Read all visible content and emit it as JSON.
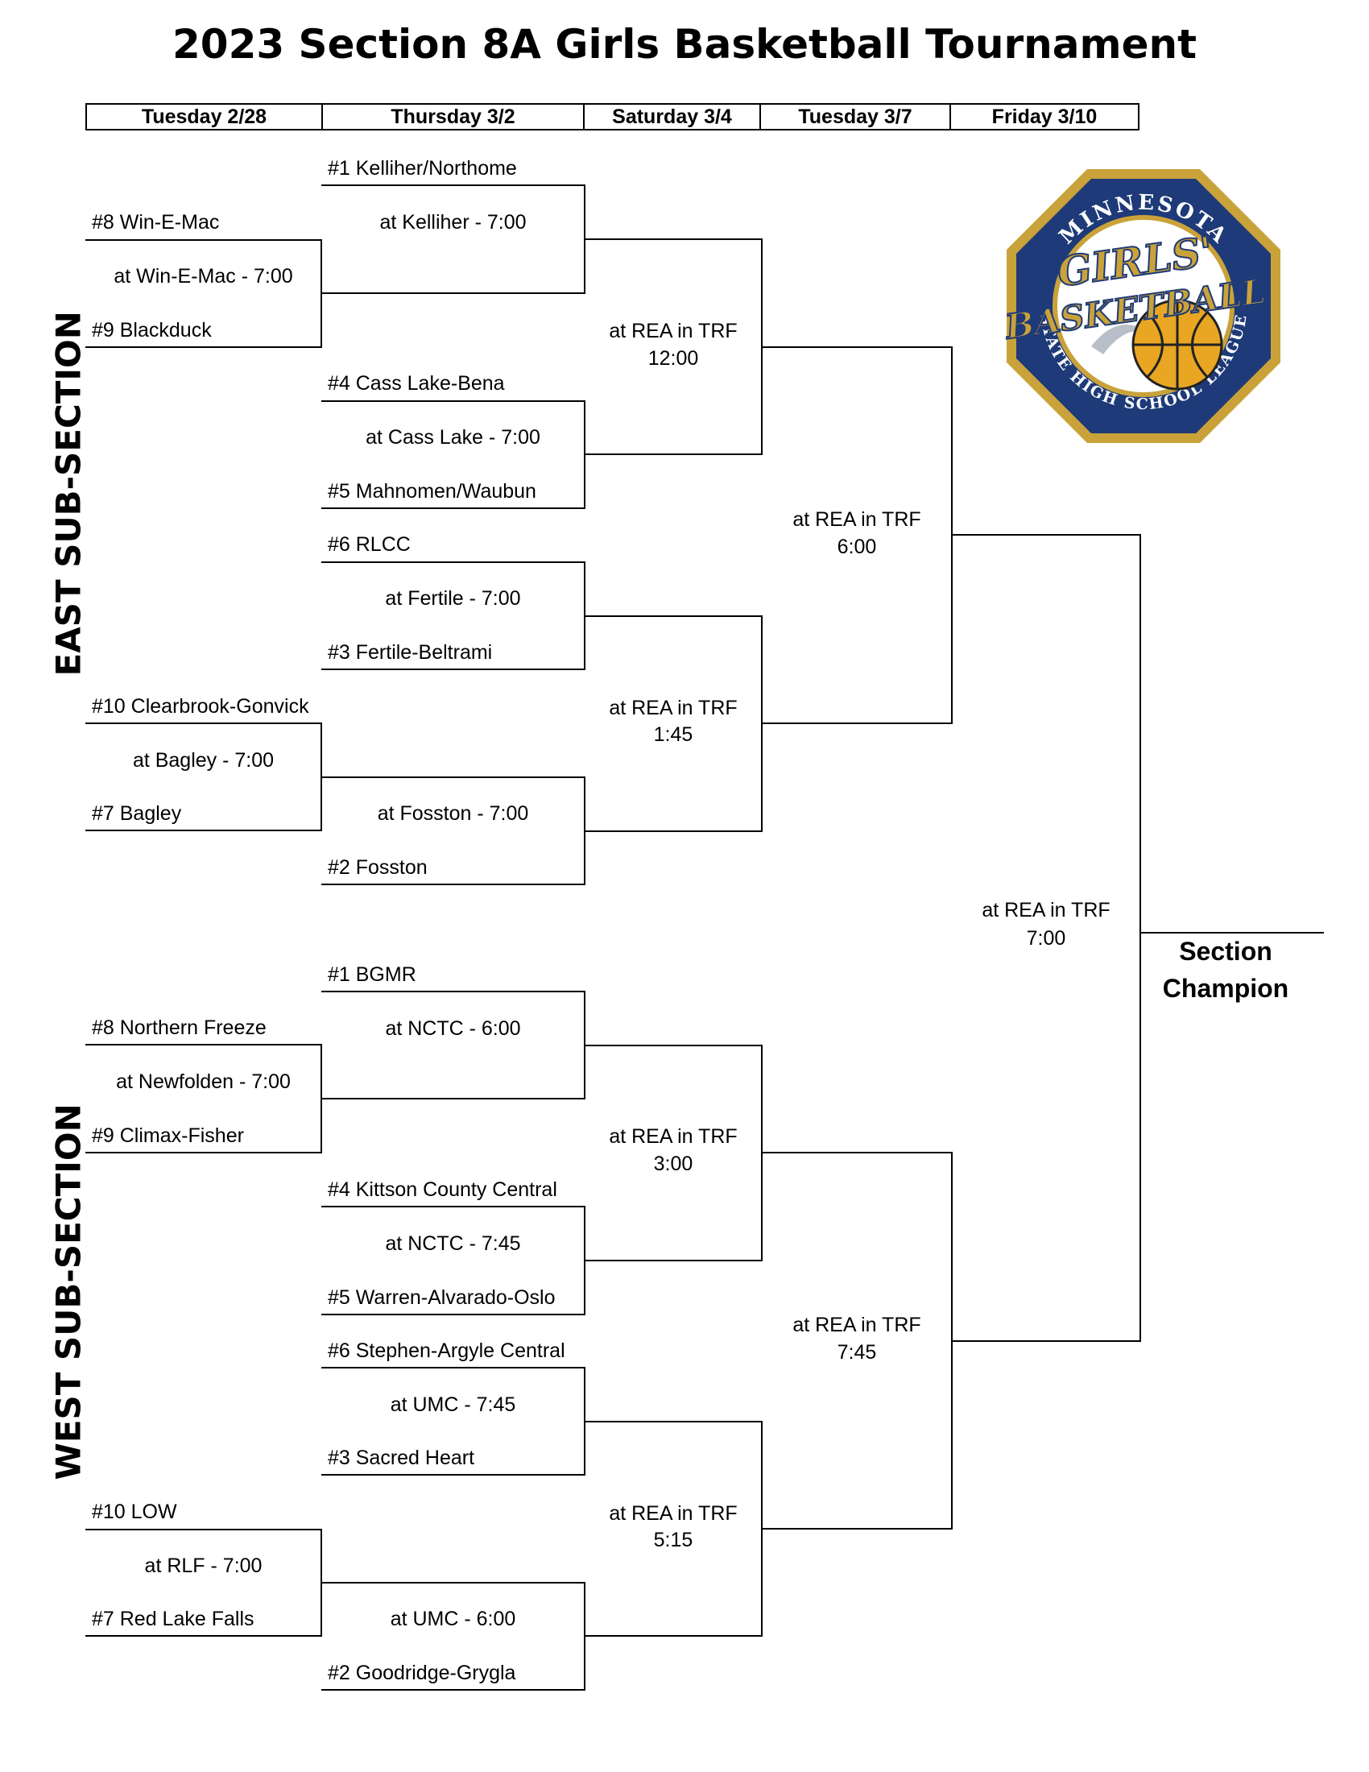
{
  "title": "2023 Section 8A Girls Basketball Tournament",
  "days": [
    "Tuesday 2/28",
    "Thursday 3/2",
    "Saturday 3/4",
    "Tuesday 3/7",
    "Friday 3/10"
  ],
  "east_label": "EAST SUB-SECTION",
  "west_label": "WEST SUB-SECTION",
  "logo": {
    "top_text": "MINNESOTA",
    "line1": "GIRLS'",
    "line2": "BASKETBALL",
    "bottom_text": "STATE HIGH SCHOOL LEAGUE",
    "colors": {
      "navy": "#1e3a78",
      "gold": "#c9a23a",
      "ball": "#e8a623"
    }
  },
  "east": {
    "r1_a": {
      "top": "#8 Win-E-Mac",
      "site": "at Win-E-Mac - 7:00",
      "bottom": "#9 Blackduck"
    },
    "r1_b": {
      "top": "#10 Clearbrook-Gonvick",
      "site": "at Bagley - 7:00",
      "bottom": "#7 Bagley"
    },
    "r2_a": {
      "top": "#1 Kelliher/Northome",
      "site": "at Kelliher - 7:00"
    },
    "r2_b": {
      "top": "#4 Cass Lake-Bena",
      "site": "at Cass Lake - 7:00",
      "bottom": "#5 Mahnomen/Waubun"
    },
    "r2_c": {
      "top": "#6 RLCC",
      "site": "at Fertile - 7:00",
      "bottom": "#3 Fertile-Beltrami"
    },
    "r2_d": {
      "site": "at Fosston - 7:00",
      "bottom": "#2 Fosston"
    },
    "r3_a": {
      "line1": "at REA in TRF",
      "line2": "12:00"
    },
    "r3_b": {
      "line1": "at REA in TRF",
      "line2": "1:45"
    },
    "r4": {
      "line1": "at REA in TRF",
      "line2": "6:00"
    }
  },
  "west": {
    "r1_a": {
      "top": "#8 Northern Freeze",
      "site": "at Newfolden - 7:00",
      "bottom": "#9 Climax-Fisher"
    },
    "r1_b": {
      "top": "#10 LOW",
      "site": "at RLF - 7:00",
      "bottom": "#7 Red Lake Falls"
    },
    "r2_a": {
      "top": "#1 BGMR",
      "site": "at NCTC - 6:00"
    },
    "r2_b": {
      "top": "#4 Kittson County Central",
      "site": "at NCTC - 7:45",
      "bottom": "#5 Warren-Alvarado-Oslo"
    },
    "r2_c": {
      "top": "#6 Stephen-Argyle Central",
      "site": "at UMC - 7:45",
      "bottom": "#3 Sacred Heart"
    },
    "r2_d": {
      "site": "at UMC - 6:00",
      "bottom": "#2 Goodridge-Grygla"
    },
    "r3_a": {
      "line1": "at REA in TRF",
      "line2": "3:00"
    },
    "r3_b": {
      "line1": "at REA in TRF",
      "line2": "5:15"
    },
    "r4": {
      "line1": "at REA in TRF",
      "line2": "7:45"
    }
  },
  "final": {
    "line1": "at REA in TRF",
    "line2": "7:00"
  },
  "champion": {
    "line1": "Section",
    "line2": "Champion"
  }
}
